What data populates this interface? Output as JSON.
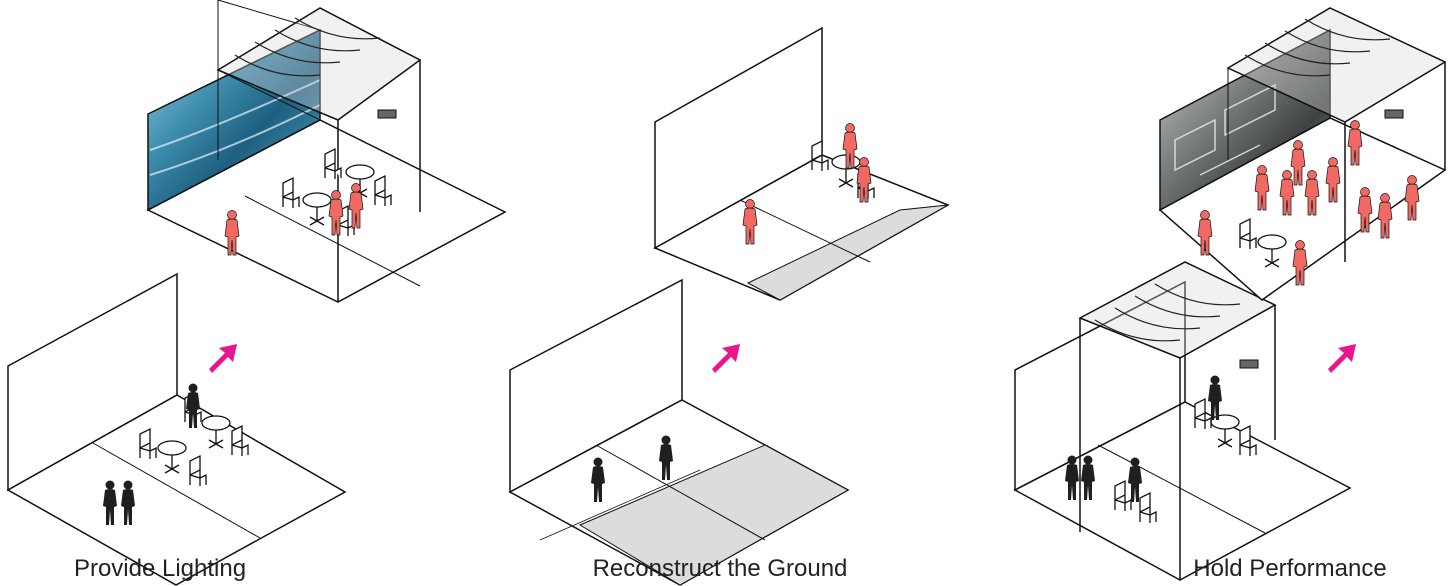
{
  "captions": {
    "lighting": "Provide Lighting",
    "ground": "Reconstruct the Ground",
    "performance": "Hold Performance"
  },
  "colors": {
    "arrow": "#e8158c",
    "figure_dark": "#1f1f1f",
    "figure_red": "#f06a63",
    "line": "#111111",
    "ground_shade": "#dcdcdc",
    "screen_water": "#3f8fb0",
    "screen_abstract": "#6b6e6e"
  },
  "icons": [
    "arrow-up-right-icon",
    "person-icon",
    "chair-icon",
    "table-icon",
    "projector-icon",
    "string-lights-icon"
  ]
}
